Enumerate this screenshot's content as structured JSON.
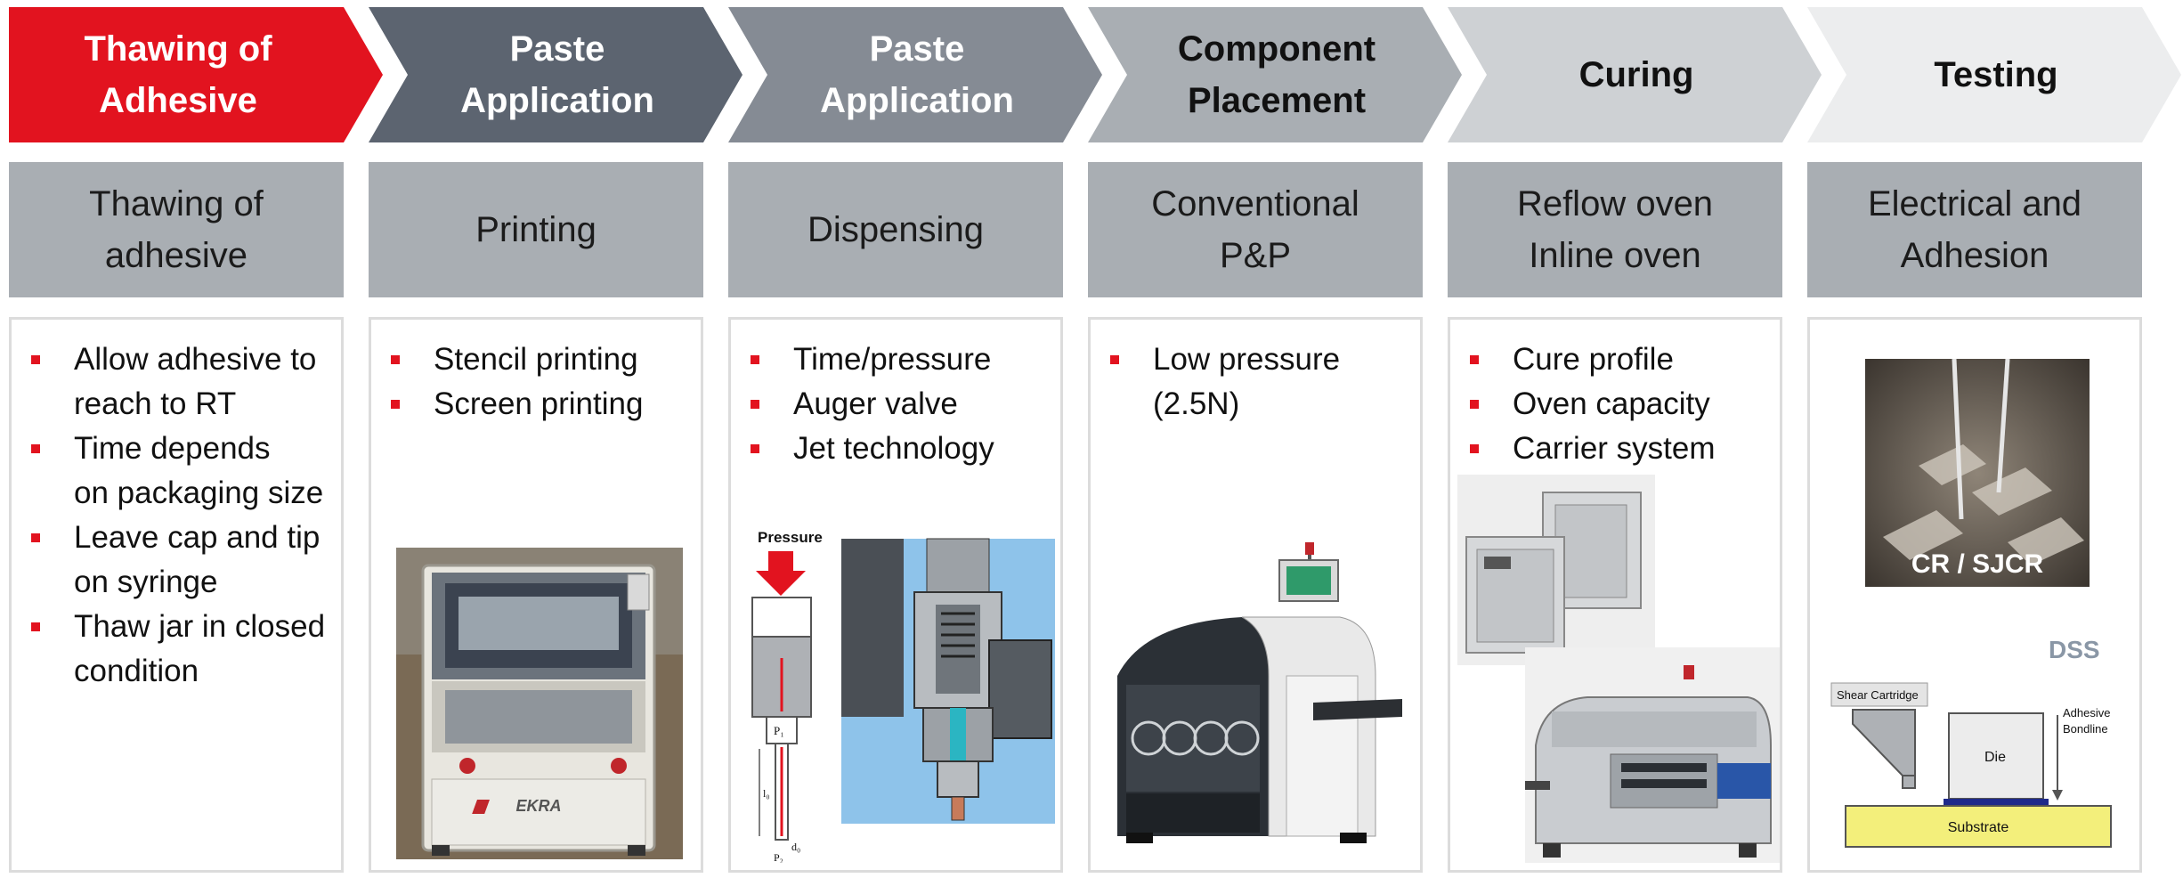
{
  "steps": [
    {
      "arrow_label": "Thawing of\nAdhesive",
      "arrow_bg": "#e2131f",
      "arrow_fg": "#ffffff",
      "header": "Thawing of\nadhesive",
      "bullets": [
        "Allow adhesive to\nreach to RT",
        "Time depends\non packaging size",
        "Leave cap and tip\non syringe",
        "Thaw jar in closed\ncondition"
      ]
    },
    {
      "arrow_label": "Paste\nApplication",
      "arrow_bg": "#5c6470",
      "arrow_fg": "#ffffff",
      "header": "Printing",
      "bullets": [
        "Stencil printing",
        "Screen printing"
      ],
      "photo_label": "EKRA"
    },
    {
      "arrow_label": "Paste\nApplication",
      "arrow_bg": "#858b94",
      "arrow_fg": "#ffffff",
      "header": "Dispensing",
      "bullets": [
        "Time/pressure",
        "Auger valve",
        "Jet technology"
      ],
      "diagram_labels": {
        "pressure": "Pressure",
        "p1": "P₁",
        "p2": "P₂",
        "l": "l₀",
        "d": "d₀"
      }
    },
    {
      "arrow_label": "Component\nPlacement",
      "arrow_bg": "#a9aeb3",
      "arrow_fg": "#111111",
      "header": "Conventional\nP&P",
      "bullets": [
        "Low pressure\n(2.5N)"
      ]
    },
    {
      "arrow_label": "Curing",
      "arrow_bg": "#ced1d4",
      "arrow_fg": "#111111",
      "header": "Reflow oven\nInline oven",
      "bullets": [
        "Cure profile",
        "Oven capacity",
        "Carrier system"
      ]
    },
    {
      "arrow_label": "Testing",
      "arrow_bg": "#ecedee",
      "arrow_fg": "#111111",
      "header": "Electrical and\nAdhesion",
      "bullets": [],
      "photo_caption": "CR / SJCR",
      "dss": {
        "title": "DSS",
        "shear": "Shear Cartridge",
        "die": "Die",
        "adhesive": "Adhesive\nBondline",
        "substrate": "Substrate"
      }
    }
  ]
}
